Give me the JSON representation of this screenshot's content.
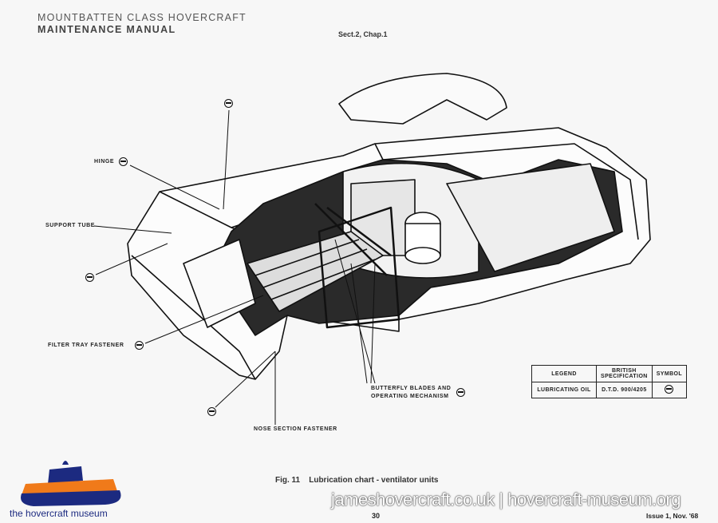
{
  "header": {
    "line1": "MOUNTBATTEN CLASS HOVERCRAFT",
    "line2": "MAINTENANCE MANUAL",
    "section": "Sect.2, Chap.1"
  },
  "labels": {
    "hinge": "HINGE",
    "support_tube": "SUPPORT TUBE",
    "filter_tray_fastener": "FILTER TRAY FASTENER",
    "nose_section_fastener": "NOSE SECTION FASTENER",
    "butterfly_line1": "BUTTERFLY BLADES AND",
    "butterfly_line2": "OPERATING MECHANISM"
  },
  "legend": {
    "headers": [
      "LEGEND",
      "BRITISH SPECIFICATION",
      "SYMBOL"
    ],
    "rows": [
      {
        "item": "LUBRICATING OIL",
        "spec": "D.T.D. 900/4205",
        "symbol": "circle-bar-icon"
      }
    ]
  },
  "footer": {
    "caption": "Fig. 11    Lubrication chart - ventilator units",
    "page": "30",
    "issue": "Issue 1, Nov. '68"
  },
  "watermark": "jameshovercraft.co.uk | hovercraft-museum.org",
  "logo": {
    "text": "the hovercraft museum",
    "colors": {
      "orange": "#f07a1a",
      "navy": "#1c2a80"
    }
  }
}
